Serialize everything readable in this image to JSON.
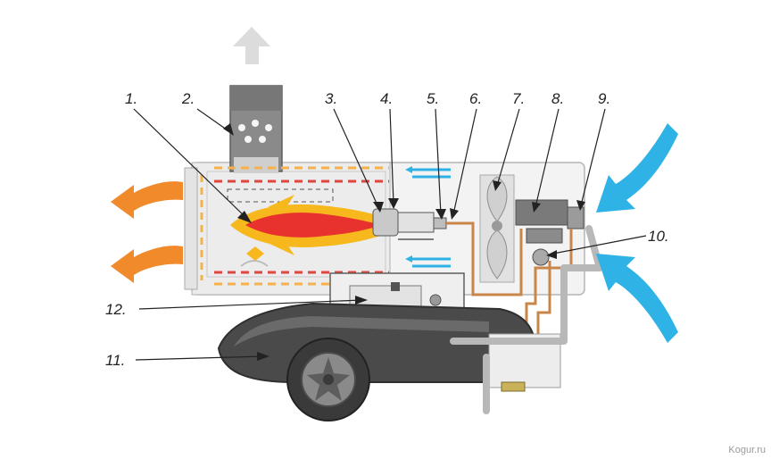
{
  "labels": {
    "l1": "1.",
    "l2": "2.",
    "l3": "3.",
    "l4": "4.",
    "l5": "5.",
    "l6": "6.",
    "l7": "7.",
    "l8": "8.",
    "l9": "9.",
    "l10": "10.",
    "l11": "11.",
    "l12": "12."
  },
  "watermark": "Kogur.ru",
  "colors": {
    "hot_air": "#f08a2a",
    "cold_air": "#2fb2e6",
    "exhaust": "#d9d9d9",
    "flame_outer": "#f6b81c",
    "flame_inner": "#e8322e",
    "fuel_line": "#c8864a",
    "heat_stripe_red": "#e0463c",
    "heat_stripe_orange": "#f3b24a",
    "body_grey": "#ebebeb",
    "tank_dark": "#4a4a4a"
  }
}
